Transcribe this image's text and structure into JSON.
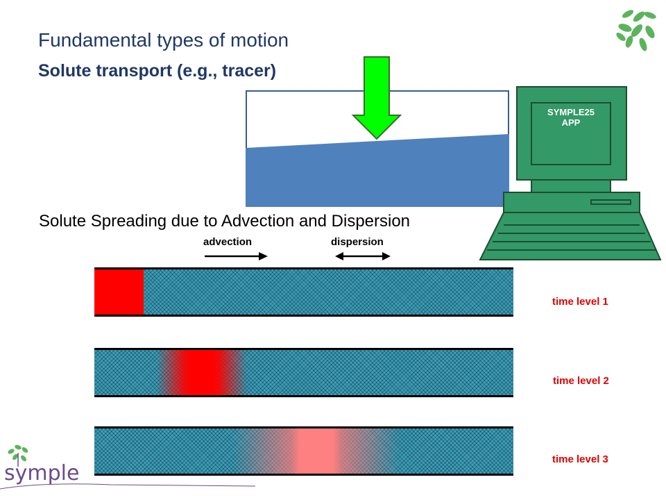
{
  "slide": {
    "title": "Fundamental types of motion",
    "subtitle": "Solute transport (e.g., tracer)"
  },
  "computer": {
    "screen_text_line1": "SYMPLE25",
    "screen_text_line2": "APP",
    "color": "#339966"
  },
  "spreading": {
    "title": "Solute Spreading due to Advection and Dispersion",
    "advection_label": "advection",
    "dispersion_label": "dispersion",
    "tubes": [
      {
        "label": "time level 1"
      },
      {
        "label": "time level 2"
      },
      {
        "label": "time level 3"
      }
    ]
  },
  "colors": {
    "title": "#1f3864",
    "tracer_red": "#ff0000",
    "water_blue": "#4f81bd",
    "input_arrow_green": "#00ff00",
    "time_label": "#e00000",
    "logo_text": "#6c4a8c"
  },
  "logo": {
    "text": "symple"
  }
}
